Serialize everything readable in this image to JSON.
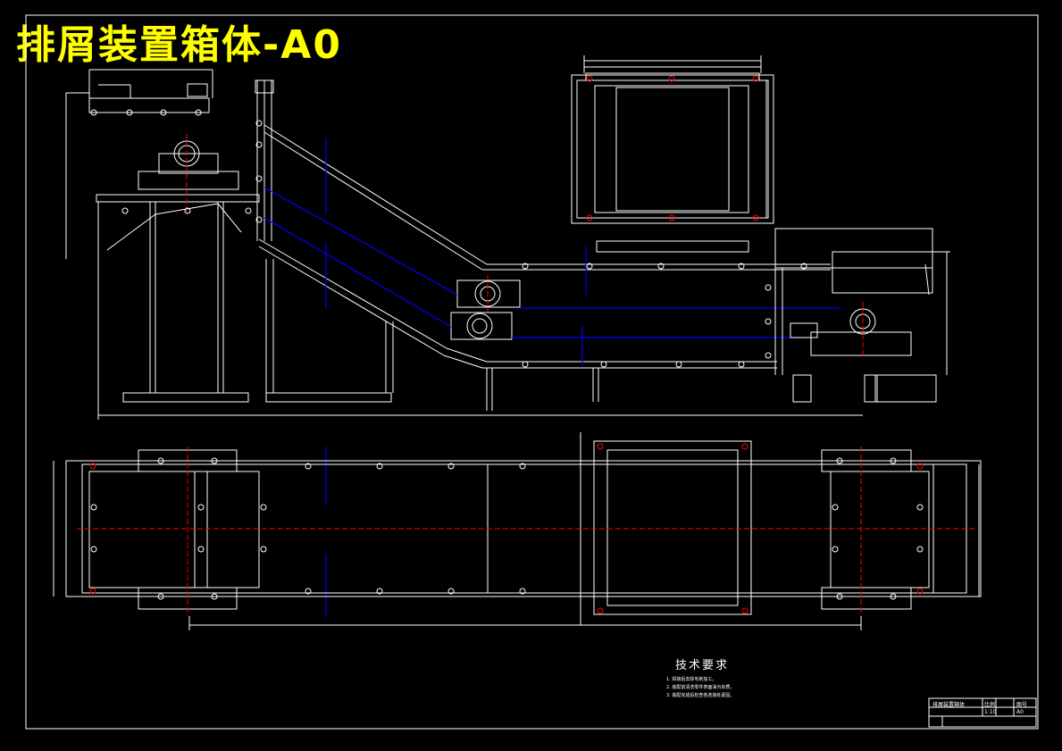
{
  "drawing": {
    "title": "排屑装置箱体-A0"
  },
  "technical_requirements": {
    "heading": "技术要求",
    "items": [
      "1. 焊接后去除毛刺加工。",
      "2. 装配前清洗零件表面油污杂质。",
      "3. 装配完成后检查各连接处紧固。"
    ]
  },
  "title_block": {
    "name": "排屑装置箱体",
    "scale_label": "比例",
    "scale_value": "1:10",
    "sheet_label": "图号",
    "sheet_value": "A0"
  },
  "colors": {
    "background": "#000000",
    "outline": "#ffffff",
    "title": "#ffff00",
    "centerline": "#ff0000",
    "hidden": "#0000ff"
  }
}
